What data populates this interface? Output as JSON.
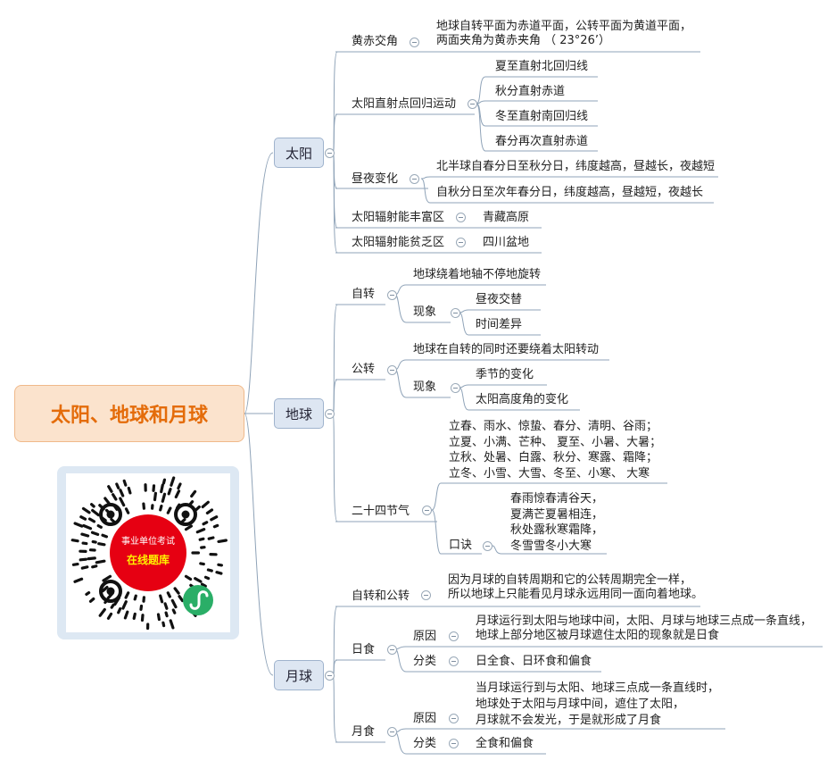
{
  "root": "太阳、地球和月球",
  "sun": {
    "label": "太阳",
    "ecliptic": {
      "label": "黄赤交角",
      "text": "地球自转平面为赤道平面，公转平面为黄道平面，\n两面夹角为黄赤夹角 （ 23°26’）"
    },
    "subsolar": {
      "label": "太阳直射点回归运动",
      "items": [
        "夏至直射北回归线",
        "秋分直射赤道",
        "冬至直射南回归线",
        "春分再次直射赤道"
      ]
    },
    "daynight": {
      "label": "昼夜变化",
      "items": [
        "北半球自春分日至秋分日，纬度越高，昼越长，夜越短",
        "自秋分日至次年春分日，纬度越高，昼越短，夜越长"
      ]
    },
    "rich": {
      "label": "太阳辐射能丰富区",
      "value": "青藏高原"
    },
    "poor": {
      "label": "太阳辐射能贫乏区",
      "value": "四川盆地"
    }
  },
  "earth": {
    "label": "地球",
    "rotation": {
      "label": "自转",
      "desc": "地球绕着地轴不停地旋转",
      "phen_label": "现象",
      "phen": [
        "昼夜交替",
        "时间差异"
      ]
    },
    "revolution": {
      "label": "公转",
      "desc": "地球在自转的同时还要绕着太阳转动",
      "phen_label": "现象",
      "phen": [
        "季节的变化",
        "太阳高度角的变化"
      ]
    },
    "terms": {
      "label": "二十四节气",
      "list": "立春、雨水、惊蛰、春分、清明、谷雨；\n立夏、小满、芒种、 夏至、小暑、大暑；\n立秋、处暑、白露、秋分、寒露、霜降；\n立冬、小雪、大雪、冬至、小寒、 大寒",
      "mnemonic_label": "口诀",
      "mnemonic": "春雨惊春清谷天，\n夏满芒夏暑相连，\n秋处露秋寒霜降，\n冬雪雪冬小大寒"
    }
  },
  "moon": {
    "label": "月球",
    "rotrev": {
      "label": "自转和公转",
      "text": "因为月球的自转周期和它的公转周期完全一样，\n所以地球上只能看见月球永远用同一面向着地球。"
    },
    "solar": {
      "label": "日食",
      "cause_label": "原因",
      "cause": "月球运行到太阳与地球中间，太阳、月球与地球三点成一条直线，\n地球上部分地区被月球遮住太阳的现象就是日食",
      "type_label": "分类",
      "types": "日全食、日环食和偏食"
    },
    "lunar": {
      "label": "月食",
      "cause_label": "原因",
      "cause": "当月球运行到与太阳、地球三点成一条直线时，\n地球处于太阳与月球中间，遮住了太阳，\n月球就不会发光，于是就形成了月食",
      "type_label": "分类",
      "types": "全食和偏食"
    }
  },
  "qr": {
    "line1": "事业单位考试",
    "line2": "在线题库"
  },
  "colors": {
    "line": "#8fa3b8",
    "root_fill": "#fbe3cd",
    "root_text": "#e46c0a",
    "main_fill": "#dde6f2",
    "qr_red": "#e60012",
    "qr_yellow": "#fff100",
    "wechat_green": "#2aae67"
  }
}
